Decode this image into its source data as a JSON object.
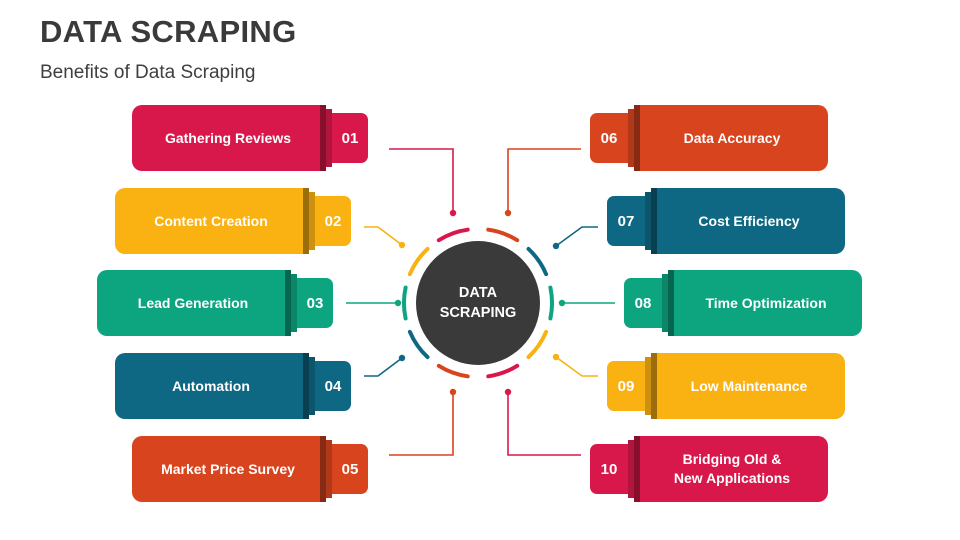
{
  "title": "DATA SCRAPING",
  "subtitle": "Benefits of Data Scraping",
  "center_label": "DATA\nSCRAPING",
  "left_items": [
    {
      "number": "01",
      "label": "Gathering Reviews",
      "color": "#d8184a"
    },
    {
      "number": "02",
      "label": "Content Creation",
      "color": "#fab112"
    },
    {
      "number": "03",
      "label": "Lead Generation",
      "color": "#0ca57f"
    },
    {
      "number": "04",
      "label": "Automation",
      "color": "#0f6883"
    },
    {
      "number": "05",
      "label": "Market Price Survey",
      "color": "#d8441e"
    }
  ],
  "right_items": [
    {
      "number": "06",
      "label": "Data Accuracy",
      "color": "#d8441e"
    },
    {
      "number": "07",
      "label": "Cost Efficiency",
      "color": "#0f6883"
    },
    {
      "number": "08",
      "label": "Time Optimization",
      "color": "#0ca57f"
    },
    {
      "number": "09",
      "label": "Low Maintenance",
      "color": "#fab112"
    },
    {
      "number": "10",
      "label": "Bridging Old &\nNew Applications",
      "color": "#d8184a"
    }
  ],
  "colors": {
    "title": "#3a3a3a",
    "center": "#3a3a3a",
    "red": "#d8184a",
    "orange": "#d8441e",
    "yellow": "#fab112",
    "green": "#0ca57f",
    "teal": "#0f6883"
  }
}
